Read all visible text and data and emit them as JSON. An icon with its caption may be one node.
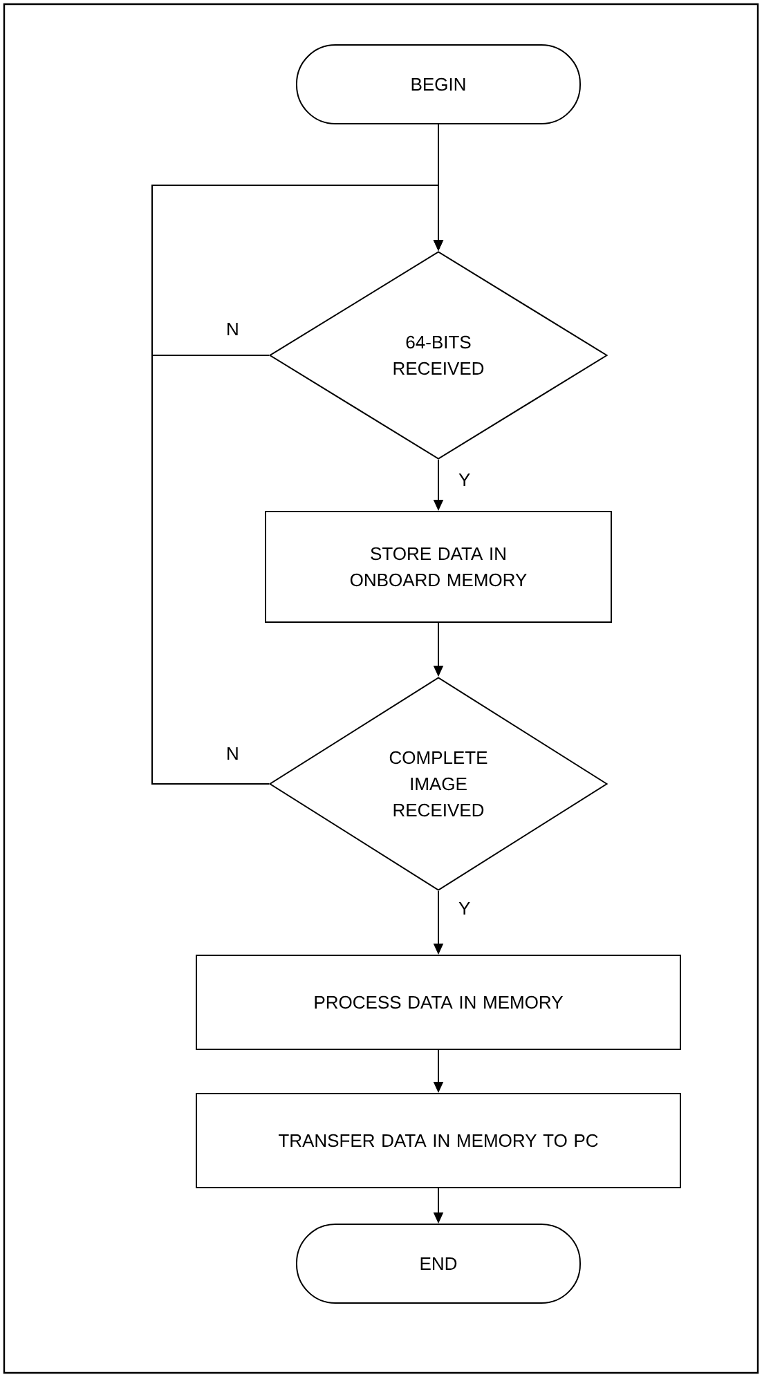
{
  "diagram": {
    "nodes": [
      {
        "text": [
          "BEGIN"
        ]
      },
      {
        "text": [
          "64-BITS RECEIVED"
        ]
      },
      {
        "text": [
          "STORE DATA IN ONBOARD MEMORY"
        ]
      },
      {
        "text": [
          "COMPLETE IMAGE RECEIVED"
        ]
      },
      {
        "text": [
          "PROCESS DATA IN MEMORY"
        ]
      },
      {
        "text": [
          "TRANSFER DATA IN MEMORY TO PC"
        ]
      },
      {
        "text": [
          "END"
        ]
      }
    ],
    "edges": [
      {
        "from": 0,
        "to": 1,
        "arrow": "to"
      },
      {
        "from": 1,
        "to": 2,
        "arrow": "to",
        "label": "Y"
      },
      {
        "from": 1,
        "to": 1,
        "arrow": "to",
        "label": "N"
      },
      {
        "from": 2,
        "to": 3,
        "arrow": "to"
      },
      {
        "from": 3,
        "to": 4,
        "arrow": "to",
        "label": "Y"
      },
      {
        "from": 3,
        "to": 1,
        "arrow": "to",
        "label": "N"
      },
      {
        "from": 4,
        "to": 5,
        "arrow": "to"
      },
      {
        "from": 5,
        "to": 6,
        "arrow": "to"
      }
    ]
  }
}
